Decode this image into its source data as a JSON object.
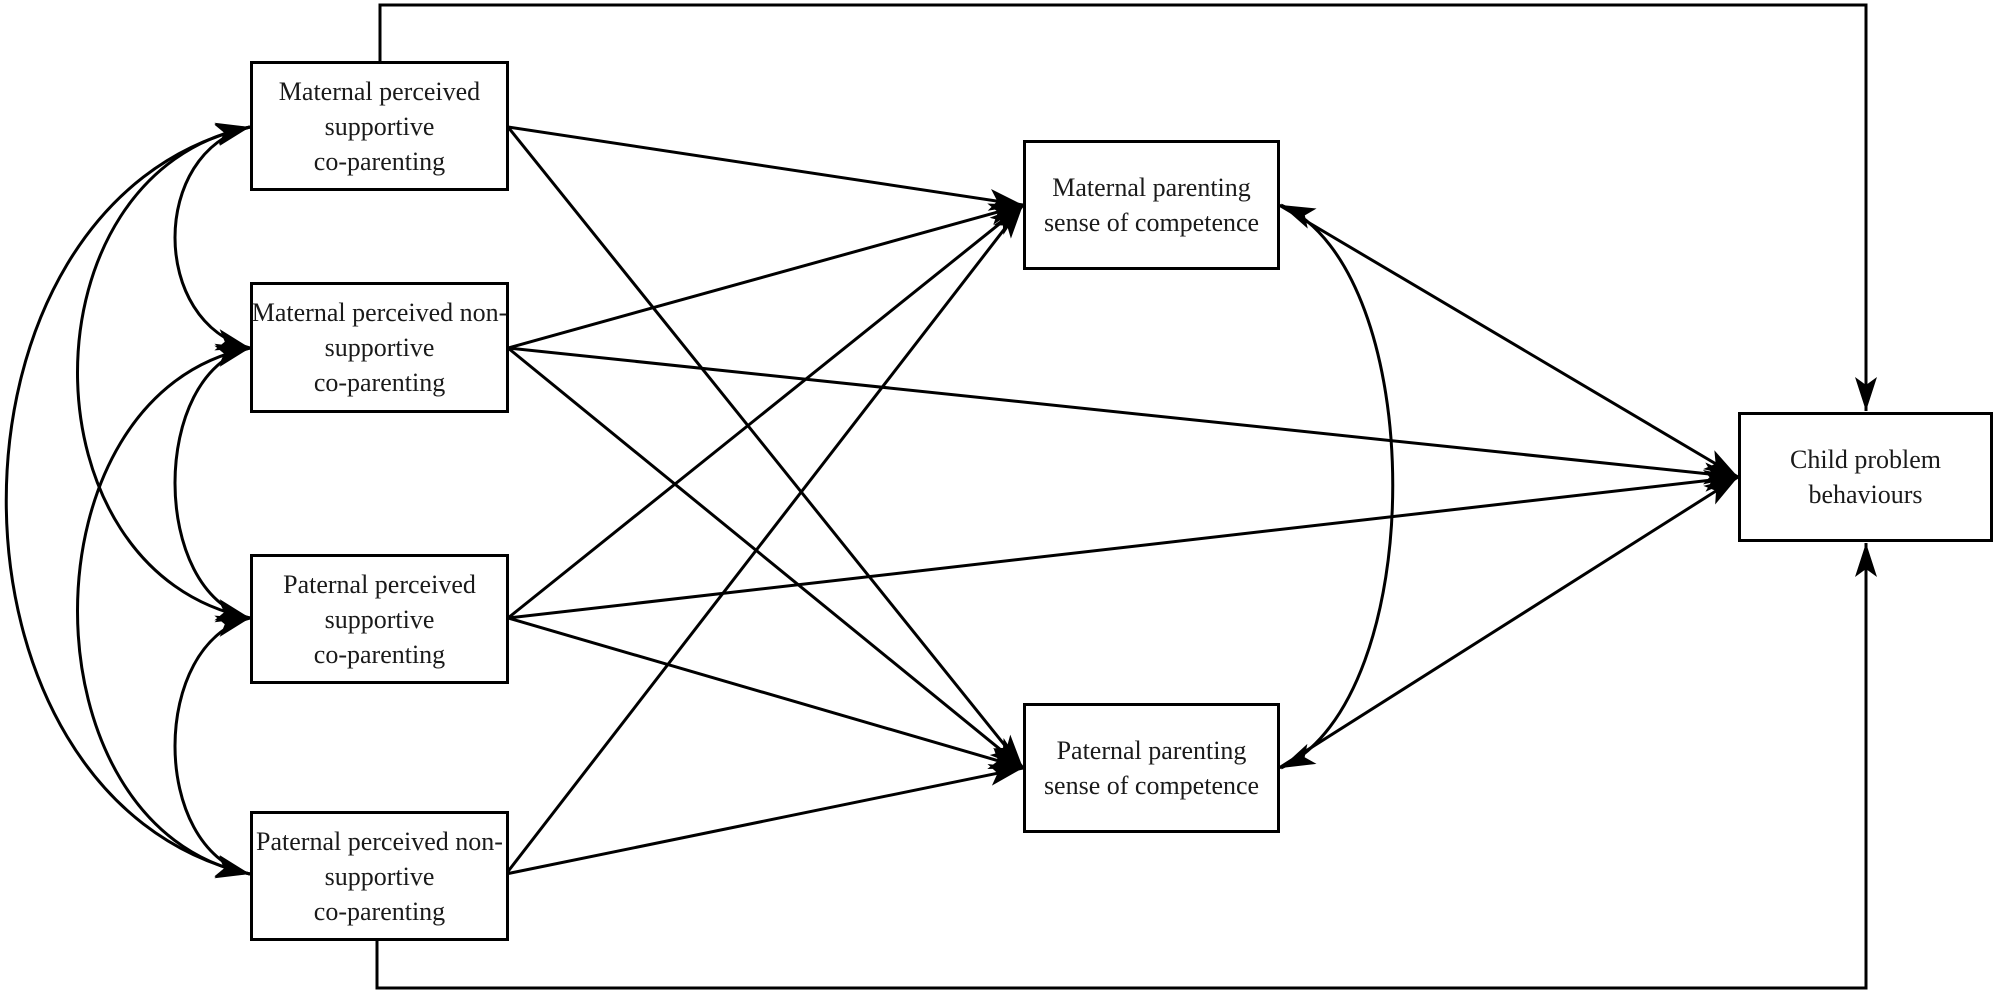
{
  "colors": {
    "line": "#000000",
    "box_border": "#000000",
    "box_fill": "#ffffff",
    "bg": "#ffffff",
    "text": "#1a1a1a"
  },
  "diagram": {
    "type": "path-model",
    "nodes": [
      {
        "id": "maternal-supportive-coparenting",
        "label": "Maternal perceived\nsupportive\nco-parenting"
      },
      {
        "id": "maternal-nonsupportive-coparenting",
        "label": "Maternal perceived non-\nsupportive\nco-parenting"
      },
      {
        "id": "paternal-supportive-coparenting",
        "label": "Paternal perceived\nsupportive\nco-parenting"
      },
      {
        "id": "paternal-nonsupportive-coparenting",
        "label": "Paternal perceived non-\nsupportive\nco-parenting"
      },
      {
        "id": "maternal-parenting-sense-of-competence",
        "label": "Maternal parenting\nsense of competence"
      },
      {
        "id": "paternal-parenting-sense-of-competence",
        "label": "Paternal parenting\nsense of competence"
      },
      {
        "id": "child-problem-behaviours",
        "label": "Child problem\nbehaviours"
      }
    ],
    "edges": [
      {
        "from": "maternal-supportive-coparenting",
        "to": "maternal-parenting-sense-of-competence",
        "type": "directed"
      },
      {
        "from": "maternal-supportive-coparenting",
        "to": "paternal-parenting-sense-of-competence",
        "type": "directed"
      },
      {
        "from": "maternal-supportive-coparenting",
        "to": "child-problem-behaviours",
        "type": "directed",
        "route": "top-border"
      },
      {
        "from": "maternal-nonsupportive-coparenting",
        "to": "maternal-parenting-sense-of-competence",
        "type": "directed"
      },
      {
        "from": "maternal-nonsupportive-coparenting",
        "to": "paternal-parenting-sense-of-competence",
        "type": "directed"
      },
      {
        "from": "maternal-nonsupportive-coparenting",
        "to": "child-problem-behaviours",
        "type": "directed"
      },
      {
        "from": "paternal-supportive-coparenting",
        "to": "maternal-parenting-sense-of-competence",
        "type": "directed"
      },
      {
        "from": "paternal-supportive-coparenting",
        "to": "paternal-parenting-sense-of-competence",
        "type": "directed"
      },
      {
        "from": "paternal-supportive-coparenting",
        "to": "child-problem-behaviours",
        "type": "directed"
      },
      {
        "from": "paternal-nonsupportive-coparenting",
        "to": "maternal-parenting-sense-of-competence",
        "type": "directed"
      },
      {
        "from": "paternal-nonsupportive-coparenting",
        "to": "paternal-parenting-sense-of-competence",
        "type": "directed"
      },
      {
        "from": "paternal-nonsupportive-coparenting",
        "to": "child-problem-behaviours",
        "type": "directed",
        "route": "bottom-border"
      },
      {
        "from": "maternal-parenting-sense-of-competence",
        "to": "child-problem-behaviours",
        "type": "directed"
      },
      {
        "from": "paternal-parenting-sense-of-competence",
        "to": "child-problem-behaviours",
        "type": "directed"
      },
      {
        "from": "maternal-supportive-coparenting",
        "to": "maternal-nonsupportive-coparenting",
        "type": "covariance"
      },
      {
        "from": "maternal-nonsupportive-coparenting",
        "to": "paternal-supportive-coparenting",
        "type": "covariance"
      },
      {
        "from": "paternal-supportive-coparenting",
        "to": "paternal-nonsupportive-coparenting",
        "type": "covariance"
      },
      {
        "from": "maternal-supportive-coparenting",
        "to": "paternal-supportive-coparenting",
        "type": "covariance"
      },
      {
        "from": "maternal-nonsupportive-coparenting",
        "to": "paternal-nonsupportive-coparenting",
        "type": "covariance"
      },
      {
        "from": "maternal-supportive-coparenting",
        "to": "paternal-nonsupportive-coparenting",
        "type": "covariance"
      },
      {
        "from": "maternal-parenting-sense-of-competence",
        "to": "paternal-parenting-sense-of-competence",
        "type": "covariance"
      }
    ]
  }
}
